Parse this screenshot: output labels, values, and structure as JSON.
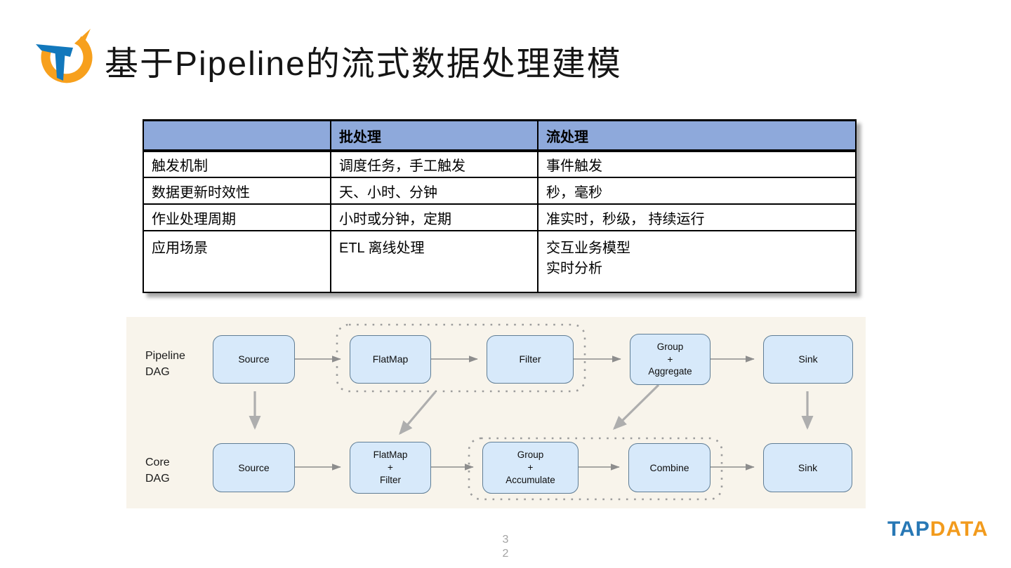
{
  "slide": {
    "title": "基于Pipeline的流式数据处理建模"
  },
  "table": {
    "headers": [
      "",
      "批处理",
      "流处理"
    ],
    "rows": [
      [
        "触发机制",
        "调度任务，手工触发",
        "事件触发"
      ],
      [
        "数据更新时效性",
        "天、小时、分钟",
        "秒，毫秒"
      ],
      [
        "作业处理周期",
        "小时或分钟，定期",
        "准实时，秒级， 持续运行"
      ],
      [
        "应用场景",
        "ETL 离线处理",
        "交互业务模型\n实时分析"
      ]
    ]
  },
  "diagram": {
    "pipeline_label": "Pipeline\nDAG",
    "core_label": "Core\nDAG",
    "pipeline_nodes": [
      "Source",
      "FlatMap",
      "Filter",
      "Group\n+\nAggregate",
      "Sink"
    ],
    "core_nodes": [
      "Source",
      "FlatMap\n+\nFilter",
      "Group\n+\nAccumulate",
      "Combine",
      "Sink"
    ]
  },
  "footer": {
    "brand_tap": "TAP",
    "brand_data": "DATA",
    "page_number": "3\n2"
  },
  "colors": {
    "table_header_fill": "#8EA9DB",
    "node_fill": "#D7E9FA",
    "node_border": "#5F7D95",
    "panel_background": "#F8F4EB",
    "brand_blue": "#2878B5",
    "brand_orange": "#F29B1D",
    "arrow_gray": "#8D8D8D"
  }
}
